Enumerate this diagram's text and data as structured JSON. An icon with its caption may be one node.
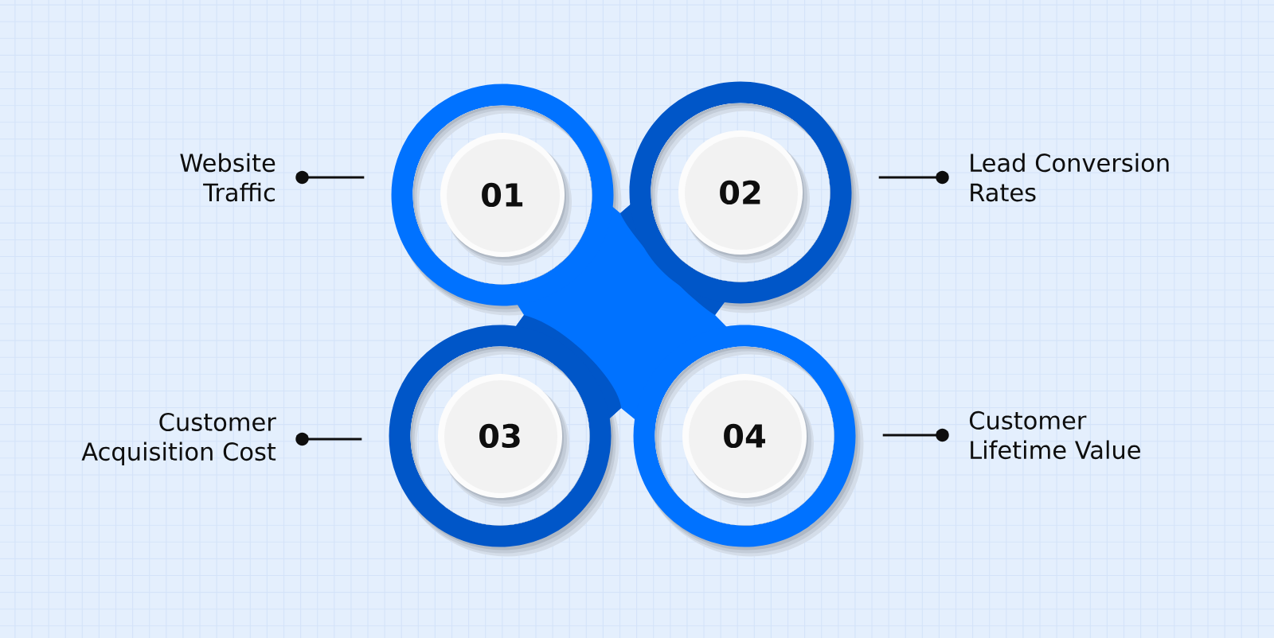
{
  "diagram": {
    "nodes": [
      {
        "text": [
          "Website Traffic"
        ]
      },
      {
        "text": [
          "01"
        ]
      },
      {
        "text": [
          "02"
        ]
      },
      {
        "text": [
          "Lead Conversion Rates"
        ]
      },
      {
        "text": [
          "Customer Acquisition Cost"
        ]
      },
      {
        "text": [
          "03"
        ]
      },
      {
        "text": [
          "04"
        ]
      },
      {
        "text": [
          "Customer Lifetime Value"
        ]
      }
    ],
    "edges": [
      {
        "from": 0,
        "to": 1,
        "arrow": "other"
      },
      {
        "from": 3,
        "to": 2,
        "arrow": "other"
      },
      {
        "from": 4,
        "to": 5,
        "arrow": "other"
      },
      {
        "from": 7,
        "to": 6,
        "arrow": "other"
      }
    ]
  }
}
